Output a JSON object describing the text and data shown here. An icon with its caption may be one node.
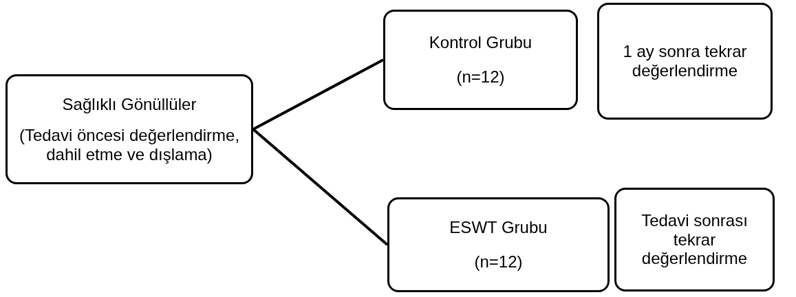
{
  "diagram": {
    "nodes": [
      {
        "text": [
          "Sağlıklı Gönüllüler",
          "(Tedavi öncesi değerlendirme, dahil etme ve dışlama)"
        ]
      },
      {
        "text": [
          "Kontrol Grubu",
          "(n=12)"
        ]
      },
      {
        "text": [
          "1 ay sonra tekrar değerlendirme"
        ]
      },
      {
        "text": [
          "ESWT Grubu",
          "(n=12)"
        ]
      },
      {
        "text": [
          "Tedavi sonrası tekrar değerlendirme"
        ]
      }
    ],
    "edges": [
      {
        "from": 0,
        "to": 1,
        "arrow": "none"
      },
      {
        "from": 0,
        "to": 3,
        "arrow": "none"
      }
    ]
  }
}
